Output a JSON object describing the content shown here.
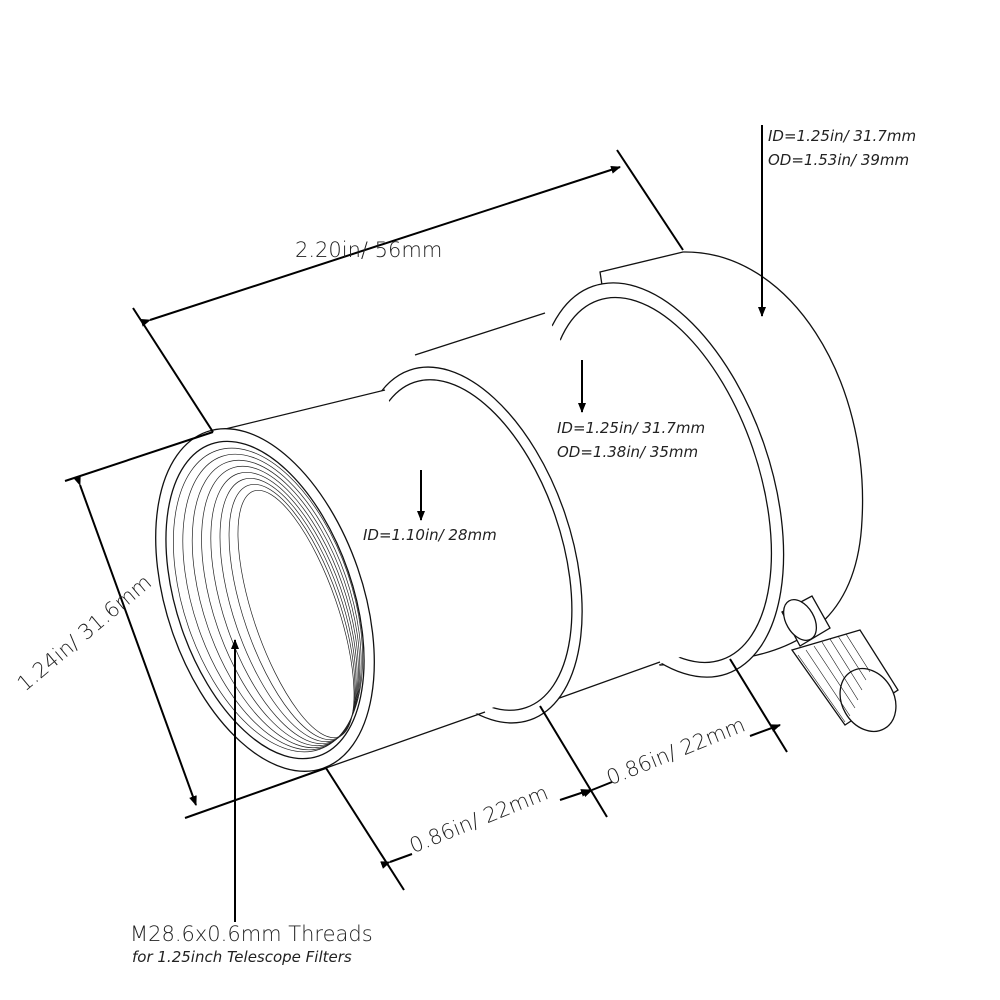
{
  "labels": {
    "length": "2.20in/ 56mm",
    "diameter": "1.24in/ 31.6mm",
    "section1": "0.86in/ 22mm",
    "section2": "0.86in/ 22mm",
    "front_id": "ID=1.10in/ 28mm",
    "mid_id": "ID=1.25in/ 31.7mm",
    "mid_od": "OD=1.38in/ 35mm",
    "rear_id": "ID=1.25in/ 31.7mm",
    "rear_od": "OD=1.53in/ 39mm",
    "threads": "M28.6x0.6mm Threads",
    "threads_note": "for 1.25inch Telescope Filters"
  }
}
